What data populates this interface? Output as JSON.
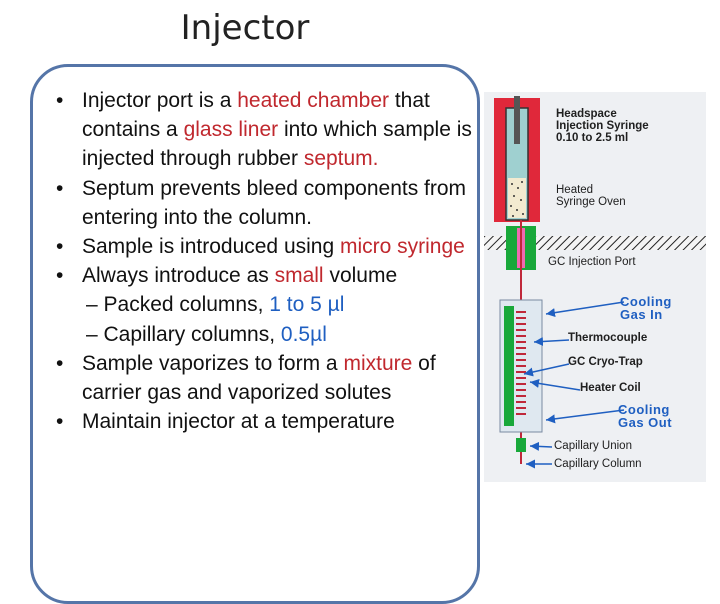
{
  "slide": {
    "title": "Injector",
    "bullets": [
      {
        "parts": [
          {
            "t": "Injector port is a ",
            "c": ""
          },
          {
            "t": "heated chamber",
            "c": "red"
          },
          {
            "t": " that contains a ",
            "c": ""
          },
          {
            "t": "glass liner",
            "c": "red"
          },
          {
            "t": " into which sample is injected through rubber ",
            "c": ""
          },
          {
            "t": "septum.",
            "c": "red"
          }
        ]
      },
      {
        "parts": [
          {
            "t": "Septum prevents bleed components from entering into the column.",
            "c": ""
          }
        ]
      },
      {
        "parts": [
          {
            "t": "Sample is introduced using ",
            "c": ""
          },
          {
            "t": "micro syringe",
            "c": "red"
          }
        ]
      },
      {
        "parts": [
          {
            "t": "Always introduce as ",
            "c": ""
          },
          {
            "t": "small",
            "c": "red"
          },
          {
            "t": " volume",
            "c": ""
          }
        ]
      },
      {
        "sub": true,
        "parts": [
          {
            "t": "– Packed columns, ",
            "c": ""
          },
          {
            "t": "1 to 5 µl",
            "c": "blue"
          }
        ]
      },
      {
        "sub": true,
        "parts": [
          {
            "t": "– Capillary columns, ",
            "c": ""
          },
          {
            "t": "0.5µl",
            "c": "blue"
          }
        ]
      },
      {
        "parts": [
          {
            "t": "Sample vaporizes to form a ",
            "c": ""
          },
          {
            "t": "mixture",
            "c": "red"
          },
          {
            "t": " of carrier gas and vaporized solutes",
            "c": ""
          }
        ]
      },
      {
        "parts": [
          {
            "t": "Maintain injector at a temperature",
            "c": ""
          }
        ]
      }
    ]
  },
  "diagram": {
    "labels": {
      "syringe_l1": "Headspace",
      "syringe_l2": "Injection Syringe",
      "syringe_l3": "0.10 to 2.5 ml",
      "oven_l1": "Heated",
      "oven_l2": "Syringe Oven",
      "port": "GC Injection Port",
      "cooling_in_l1": "Cooling",
      "cooling_in_l2": "Gas In",
      "thermocouple": "Thermocouple",
      "cryo_trap": "GC Cryo-Trap",
      "heater_coil": "Heater Coil",
      "cooling_out_l1": "Cooling",
      "cooling_out_l2": "Gas Out",
      "cap_union": "Capillary Union",
      "cap_column": "Capillary Column"
    },
    "colors": {
      "oven": "#e0283a",
      "syringe": "#9fd0d0",
      "green": "#18a83a",
      "pink": "#f06ab0",
      "arrow": "#1f5fc1"
    }
  }
}
